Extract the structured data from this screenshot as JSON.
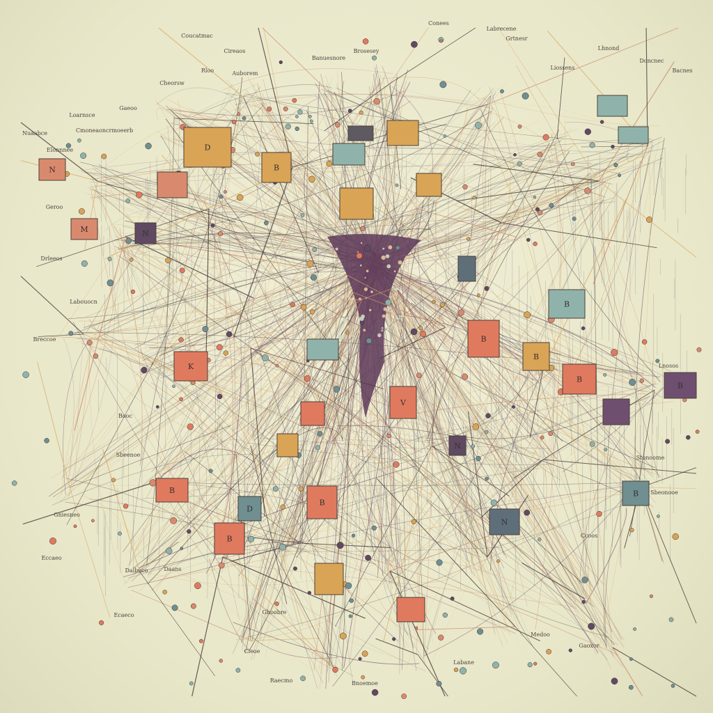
{
  "palette": {
    "background": "#ecebcf",
    "trunk": "#5e3a5a",
    "line_dark": "#3c3030",
    "line_warm": "#c98a6a",
    "line_gold": "#d9b070",
    "line_grey": "#8c8a86"
  },
  "node_colors": [
    "#d98a6e",
    "#d9a456",
    "#8fb3ab",
    "#5f4a62",
    "#e07a5f",
    "#6f8f91"
  ],
  "boxes": [
    {
      "color": "#d9a456",
      "glyph": "D"
    },
    {
      "color": "#d9a456",
      "glyph": "B"
    },
    {
      "color": "#5f5a62",
      "glyph": ""
    },
    {
      "color": "#d9a456",
      "glyph": ""
    },
    {
      "color": "#8fb3ab",
      "glyph": ""
    },
    {
      "color": "#d9a456",
      "glyph": ""
    },
    {
      "color": "#8fb3ab",
      "glyph": ""
    },
    {
      "color": "#8fb3ab",
      "glyph": ""
    },
    {
      "color": "#d98a6e",
      "glyph": "N"
    },
    {
      "color": "#d98a6e",
      "glyph": ""
    },
    {
      "color": "#d98a6e",
      "glyph": "M"
    },
    {
      "color": "#5f4a62",
      "glyph": "N"
    },
    {
      "color": "#d9a456",
      "glyph": ""
    },
    {
      "color": "#5f6f79",
      "glyph": ""
    },
    {
      "color": "#8fb3ab",
      "glyph": "B"
    },
    {
      "color": "#e07a5f",
      "glyph": "B"
    },
    {
      "color": "#d9a456",
      "glyph": "B"
    },
    {
      "color": "#e07a5f",
      "glyph": "B"
    },
    {
      "color": "#6f4f6f",
      "glyph": "B"
    },
    {
      "color": "#e07a5f",
      "glyph": "K"
    },
    {
      "color": "#8fb3ab",
      "glyph": ""
    },
    {
      "color": "#e07a5f",
      "glyph": "V"
    },
    {
      "color": "#e07a5f",
      "glyph": ""
    },
    {
      "color": "#5f4a62",
      "glyph": "N"
    },
    {
      "color": "#d9a456",
      "glyph": ""
    },
    {
      "color": "#6f4f6f",
      "glyph": ""
    },
    {
      "color": "#e07a5f",
      "glyph": "B"
    },
    {
      "color": "#6f8f91",
      "glyph": "D"
    },
    {
      "color": "#e07a5f",
      "glyph": "B"
    },
    {
      "color": "#e07a5f",
      "glyph": "B"
    },
    {
      "color": "#6f8f91",
      "glyph": "B"
    },
    {
      "color": "#5f6f79",
      "glyph": "N"
    },
    {
      "color": "#d9a456",
      "glyph": ""
    },
    {
      "color": "#e07a5f",
      "glyph": ""
    }
  ],
  "labels": [
    "Coucatmac",
    "Cireaos",
    "Rloo",
    "Auborem",
    "Cheorsw",
    "Gaeoo",
    "Loarnsce",
    "Nuaabce",
    "Cmoneaoncrmoeerb",
    "Labrecene",
    "Conees",
    "Grtnesr",
    "Lhnond",
    "Doncnec",
    "Bacnes",
    "Liossens",
    "Brosesey",
    "Banuesnore",
    "Elonnnee",
    "Geroo",
    "Drleeos",
    "Labouocn",
    "Breccoe",
    "Booc",
    "Sbeenoe",
    "Gniesneo",
    "Eccaeo",
    "Dalboco",
    "Daans",
    "Ecaeco",
    "Cieoe",
    "Ghoobre",
    "Raecmo",
    "Bnoemoe",
    "Labane",
    "Medoo",
    "Gaoxor",
    "Lnosos",
    "Stonoome",
    "Sbeonooe",
    "Ccoos"
  ]
}
